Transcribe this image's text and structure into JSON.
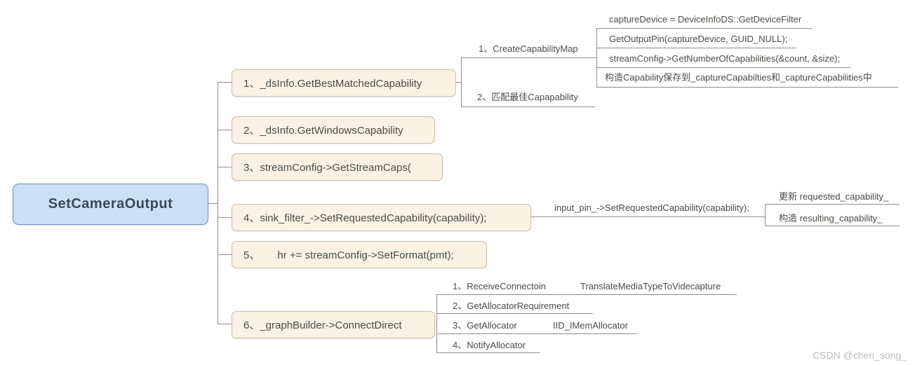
{
  "root": {
    "label": "SetCameraOutput"
  },
  "branches": [
    {
      "label": "1、_dsInfo.GetBestMatchedCapability",
      "children": [
        {
          "label": "1、CreateCapabilityMap",
          "children": [
            {
              "label": "captureDevice = DeviceInfoDS::GetDeviceFilter"
            },
            {
              "label": "GetOutputPin(captureDevice, GUID_NULL);"
            },
            {
              "label": "streamConfig->GetNumberOfCapabilities(&count, &size);"
            },
            {
              "label": "构造Capability保存到_captureCapabilties和_captureCapabilities中"
            }
          ]
        },
        {
          "label": "2、匹配最佳Capapability"
        }
      ]
    },
    {
      "label": "2、_dsInfo.GetWindowsCapability"
    },
    {
      "label": "3、streamConfig->GetStreamCaps("
    },
    {
      "label": "4、sink_filter_->SetRequestedCapability(capability);",
      "children": [
        {
          "label": "input_pin_->SetRequestedCapability(capability);",
          "children": [
            {
              "label": "更新 requested_capability_"
            },
            {
              "label": "构造 resulting_capability_"
            }
          ]
        }
      ]
    },
    {
      "label": "5、      hr += streamConfig->SetFormat(pmt);"
    },
    {
      "label": "6、_graphBuilder->ConnectDirect",
      "children": [
        {
          "label": "1、ReceiveConnectoin",
          "children": [
            {
              "label": "TranslateMediaTypeToVidecapture"
            }
          ]
        },
        {
          "label": "2、GetAllocatorRequirement"
        },
        {
          "label": "3、GetAllocator",
          "children": [
            {
              "label": "IID_IMemAllocator"
            }
          ]
        },
        {
          "label": "4、NotifyAllocator"
        }
      ]
    }
  ],
  "watermark": "CSDN @chen_song_",
  "colors": {
    "root_fill": "#cbe0f6",
    "root_border": "#7191c0",
    "topic_fill": "#fbf2e3",
    "topic_border": "#c6bfae",
    "line": "#908e88",
    "text": "#4b4b46",
    "watermark": "#bcbcbc"
  }
}
